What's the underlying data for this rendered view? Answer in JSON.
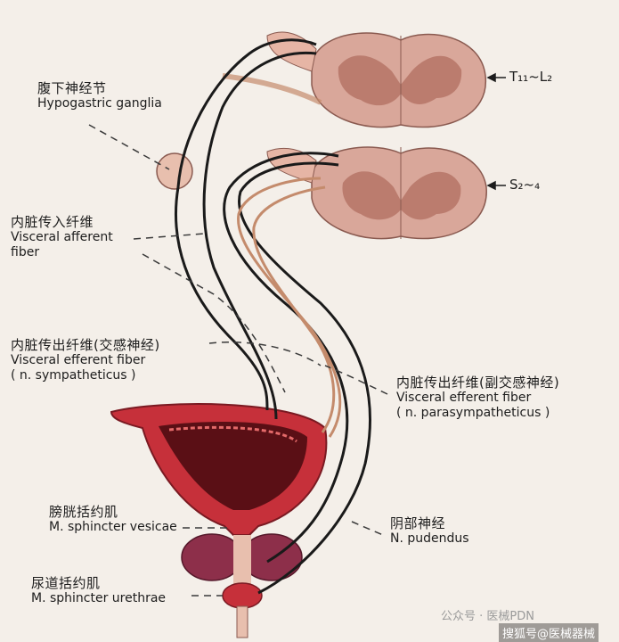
{
  "labels": {
    "hypogastric": {
      "cn": "腹下神经节",
      "en": "Hypogastric ganglia"
    },
    "visceral_afferent": {
      "cn": "内脏传入纤维",
      "en1": "Visceral afferent",
      "en2": "fiber"
    },
    "visceral_efferent_symp": {
      "cn": "内脏传出纤维(交感神经)",
      "en1": "Visceral efferent fiber",
      "en2": "( n. sympatheticus )"
    },
    "visceral_efferent_para": {
      "cn": "内脏传出纤维(副交感神经)",
      "en1": "Visceral efferent fiber",
      "en2": "( n. parasympatheticus )"
    },
    "sphincter_vesicae": {
      "cn": "膀胱括约肌",
      "en": "M. sphincter vesicae"
    },
    "pudendus": {
      "cn": "阴部神经",
      "en": "N. pudendus"
    },
    "sphincter_urethrae": {
      "cn": "尿道括约肌",
      "en": "M. sphincter urethrae"
    }
  },
  "segments": {
    "upper": "T₁₁~L₂",
    "lower": "S₂~₄"
  },
  "watermark": {
    "left": "公众号 · 医械PDN",
    "right": "搜狐号@医械器械"
  },
  "colors": {
    "background": "#f4efe9",
    "spinal": "#d9a79a",
    "gray_matter": "#b57466",
    "bladder": "#c6303a",
    "bladder_dark": "#5a0f15",
    "prostate": "#8d2f4a",
    "nerve_dark": "#1a1a1a",
    "nerve_tan": "#c48b6c"
  }
}
